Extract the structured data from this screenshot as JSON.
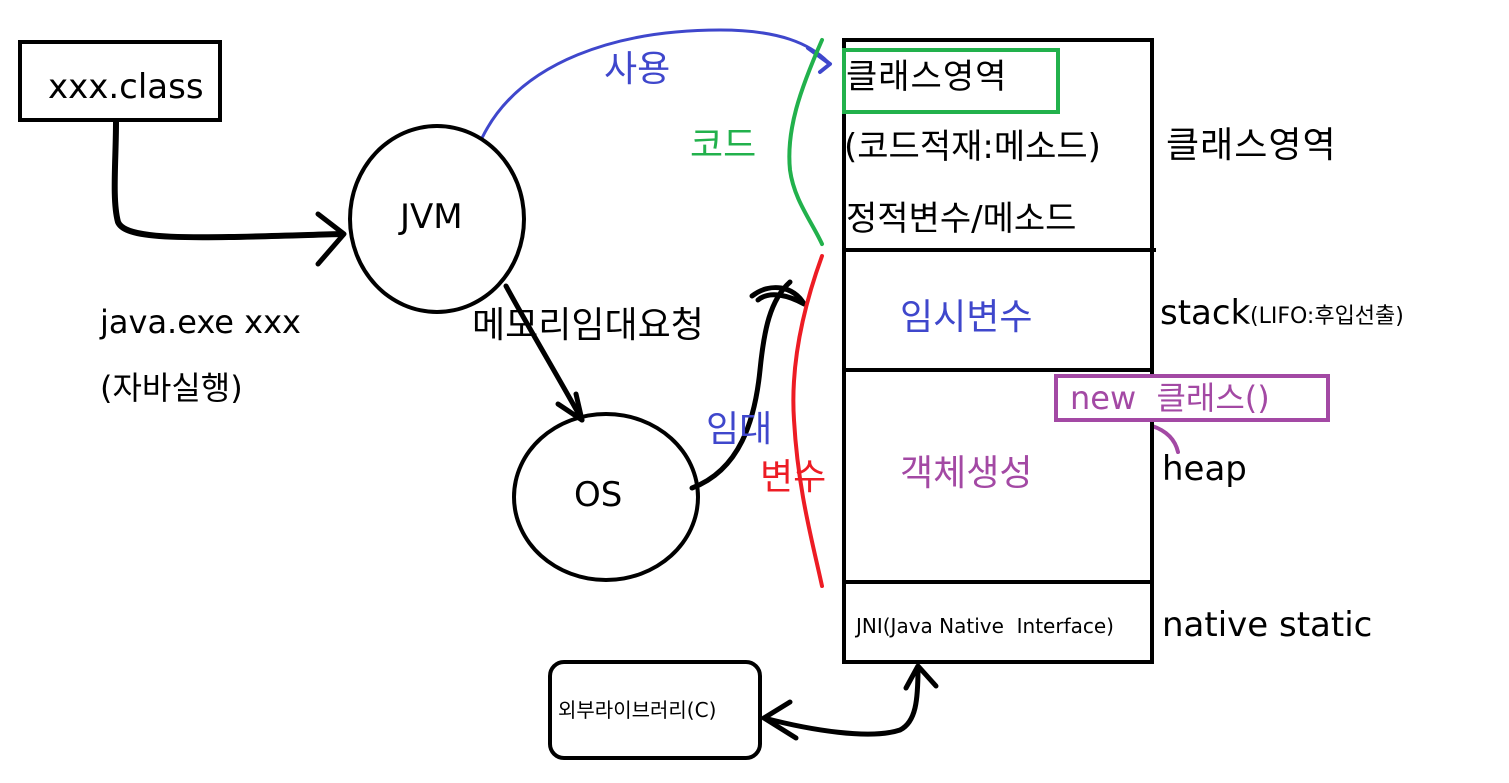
{
  "class_file": "xxx.class",
  "run_command": "java.exe xxx",
  "run_note": "(자바실행)",
  "jvm": "JVM",
  "os": "OS",
  "memory_request": "메모리임대요청",
  "lease": "임대",
  "use": "사용",
  "code": "코드",
  "variable": "변수",
  "memory": {
    "class_area": {
      "highlight": "클래스영역",
      "line2": "(코드적재:메소드)",
      "line3": "정적변수/메소드",
      "side_label": "클래스영역"
    },
    "stack": {
      "content": "임시변수",
      "side_label": "stack",
      "side_note": "(LIFO:후입선출)"
    },
    "heap": {
      "new_expr": "new  클래스()",
      "content": "객체생성",
      "side_label": "heap"
    },
    "native": {
      "content": "JNI(Java Native  Interface)",
      "side_label": "native static"
    }
  },
  "external_lib": "외부라이브러리(C)",
  "colors": {
    "blue": "#3f47cc",
    "green": "#22b14c",
    "red": "#ed1c24",
    "purple": "#a349a4",
    "black": "#000000"
  }
}
